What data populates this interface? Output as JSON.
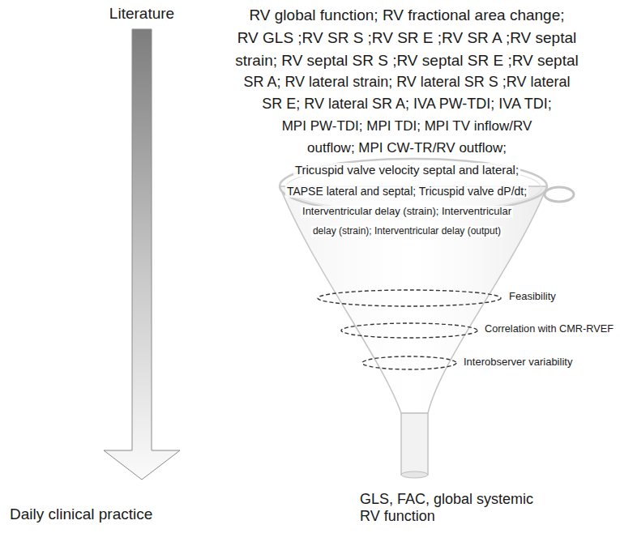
{
  "diagram": {
    "labels": [
      "Literature",
      "RV global function; RV fractional area change;",
      "RV GLS ;RV SR S ;RV SR E ;RV SR A ;RV septal",
      "strain; RV septal SR S ;RV septal SR E ;RV septal",
      "SR A; RV lateral strain; RV lateral SR S ;RV lateral",
      "SR E; RV lateral SR A; IVA PW-TDI; IVA TDI;",
      "MPI PW-TDI; MPI TDI; MPI TV inflow/RV",
      "outflow; MPI CW-TR/RV outflow;",
      "Tricuspid valve velocity septal and lateral;",
      "TAPSE lateral and septal; Tricuspid valve dP/dt;",
      "Interventricular delay (strain); Interventricular",
      "delay (strain); Interventricular delay (output)",
      "Feasibility",
      "Correlation with CMR-RVEF",
      "Interobserver variability",
      "Daily clinical practice",
      "GLS, FAC, global systemic RV function"
    ]
  }
}
